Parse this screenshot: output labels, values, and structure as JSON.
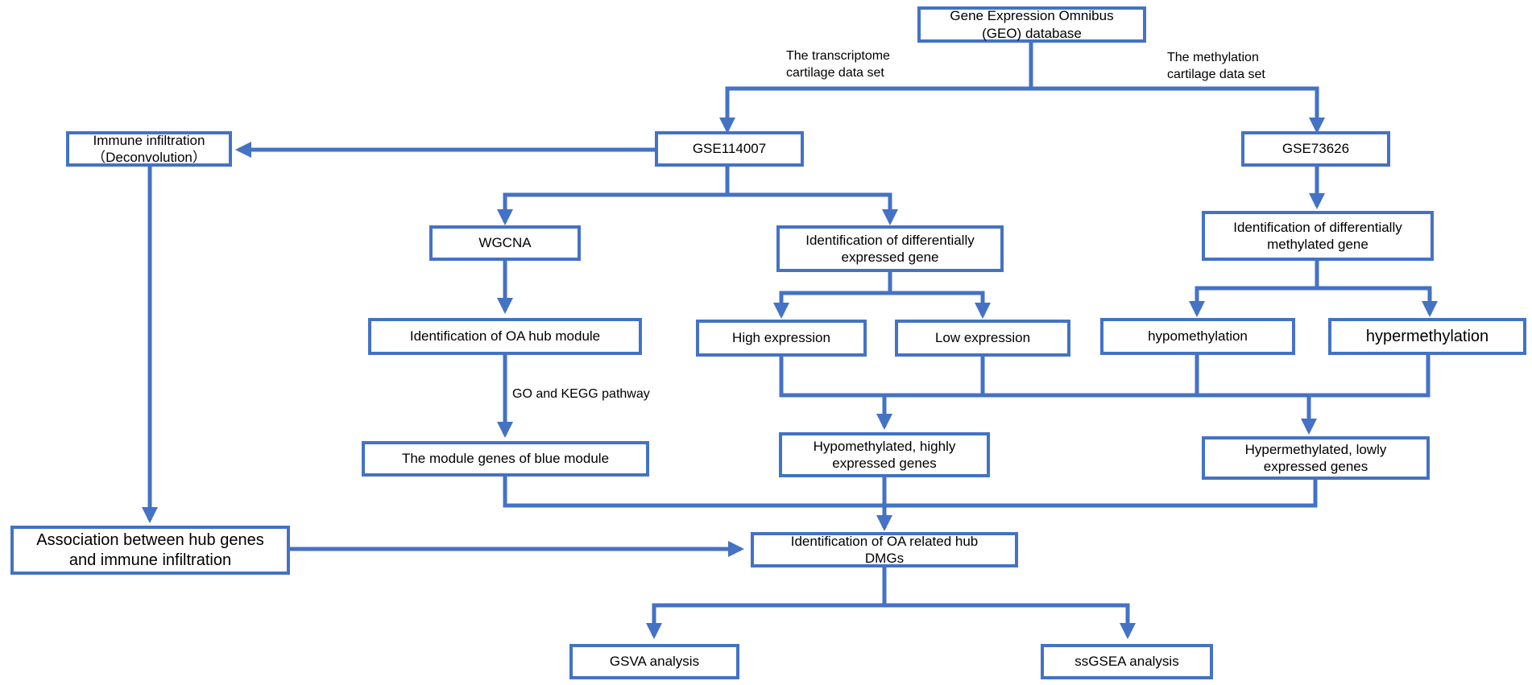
{
  "nodes": {
    "geo": "Gene Expression Omnibus\n(GEO) database",
    "gse114007": "GSE114007",
    "gse73626": "GSE73626",
    "immune": "Immune infiltration\n（Deconvolution）",
    "wgcna": "WGCNA",
    "deg": "Identification of differentially\nexpressed gene",
    "dmg": "Identification of differentially\nmethylated gene",
    "oa_hub_module": "Identification of OA hub module",
    "high_expr": "High expression",
    "low_expr": "Low expression",
    "hypo": "hypomethylation",
    "hyper": "hypermethylation",
    "blue_module": "The module genes of blue module",
    "hypo_high": "Hypomethylated,  highly\nexpressed genes",
    "hyper_low": "Hypermethylated,  lowly\nexpressed genes",
    "association": "Association between hub genes\nand immune infiltration",
    "oa_hub_dmgs": "Identification of OA related hub\nDMGs",
    "gsva": "GSVA analysis",
    "ssgsea": "ssGSEA analysis"
  },
  "edge_labels": {
    "transcriptome": "The transcriptome\ncartilage data set",
    "methylation": "The methylation\ncartilage data set",
    "go_kegg": "GO and KEGG pathway"
  },
  "colors": {
    "line": "#4472C4",
    "background": "#FFFFFF",
    "text": "#000000"
  }
}
